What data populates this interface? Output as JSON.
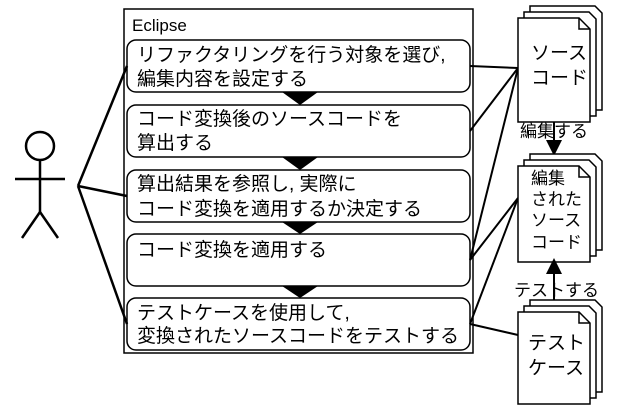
{
  "container": {
    "title": "Eclipse"
  },
  "steps": [
    {
      "lines": [
        "リファクタリングを行う対象を選び,",
        "編集内容を設定する"
      ]
    },
    {
      "lines": [
        "コード変換後のソースコードを",
        "算出する"
      ]
    },
    {
      "lines": [
        "算出結果を参照し, 実際に",
        "コード変換を適用するか決定する"
      ]
    },
    {
      "lines": [
        "コード変換を適用する"
      ]
    },
    {
      "lines": [
        "テストケースを使用して,",
        "変換されたソースコードをテストする"
      ]
    }
  ],
  "documents": {
    "source_code": {
      "lines": [
        "ソース",
        "コード"
      ]
    },
    "edited_source": {
      "lines": [
        "編集",
        "された",
        "ソース",
        "コード"
      ]
    },
    "test_case": {
      "lines": [
        "テスト",
        "ケース"
      ]
    }
  },
  "arrows": {
    "edit_label": "編集する",
    "test_label": "テストする"
  },
  "actor": {
    "icon": "stick-figure-icon"
  }
}
